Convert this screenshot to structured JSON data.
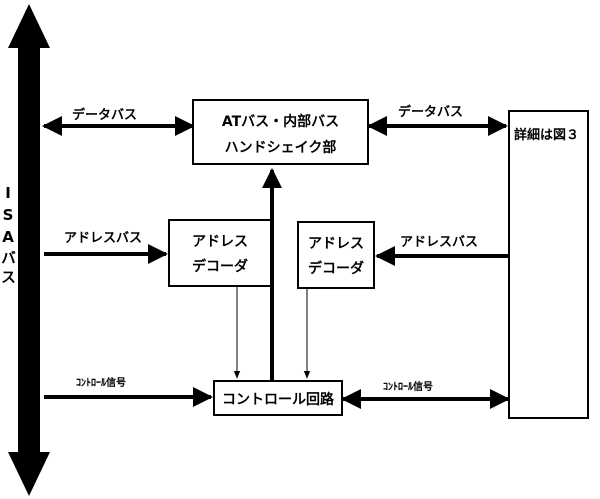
{
  "bus": {
    "label": "ISAバス"
  },
  "boxes": {
    "handshake": {
      "line1": "ATバス・内部バス",
      "line2": "ハンドシェイク部"
    },
    "decoder_left": {
      "line1": "アドレス",
      "line2": "デコーダ"
    },
    "decoder_right": {
      "line1": "アドレス",
      "line2": "デコーダ"
    },
    "control": {
      "label": "コントロール回路"
    },
    "detail": {
      "label": "詳細は図３"
    }
  },
  "arrows": {
    "data_bus_left": "データバス",
    "data_bus_right": "データバス",
    "address_bus_left": "アドレスバス",
    "address_bus_right": "アドレスバス",
    "control_signal_left": "ｺﾝﾄﾛｰﾙ信号",
    "control_signal_right": "ｺﾝﾄﾛｰﾙ信号"
  }
}
